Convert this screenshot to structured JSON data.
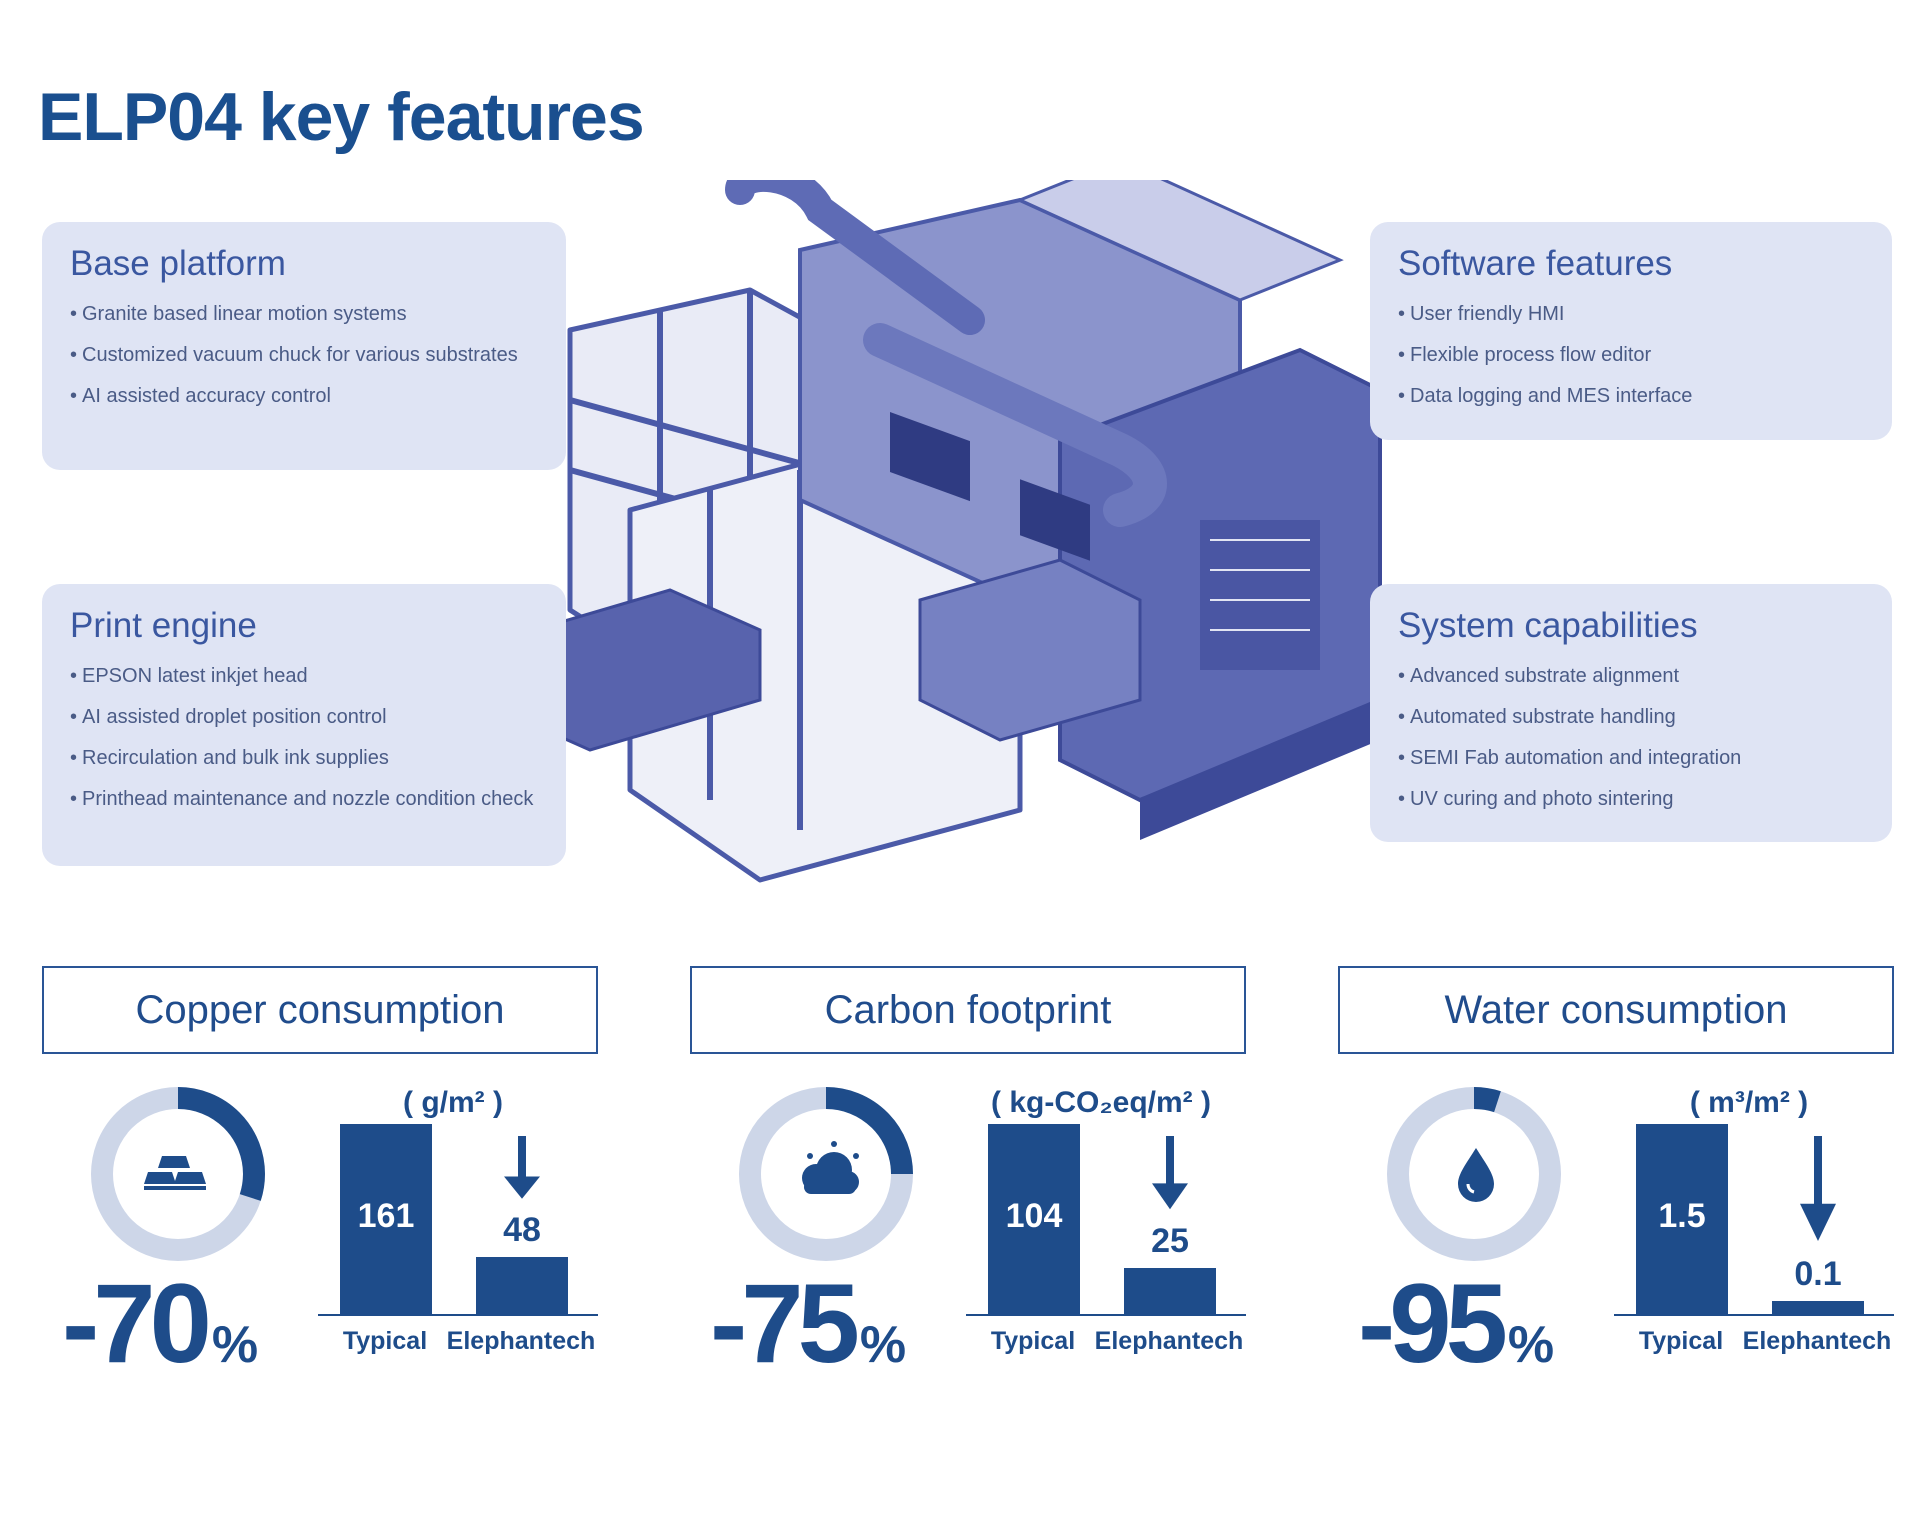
{
  "title": "ELP04 key features",
  "colors": {
    "brand_blue": "#1e4c8a",
    "card_bg": "#dfe4f4",
    "machine_blue": "#4b5aa8",
    "ring_light": "#cdd6e8"
  },
  "cards": [
    {
      "title": "Base platform",
      "items": [
        "Granite based linear motion systems",
        "Customized vacuum chuck for various substrates",
        "AI assisted accuracy control"
      ]
    },
    {
      "title": "Print engine",
      "items": [
        "EPSON latest inkjet head",
        "AI assisted droplet position control",
        "Recirculation and bulk ink supplies",
        "Printhead maintenance and nozzle condition check"
      ]
    },
    {
      "title": "Software features",
      "items": [
        "User friendly HMI",
        "Flexible process flow editor",
        "Data logging and MES interface"
      ]
    },
    {
      "title": "System capabilities",
      "items": [
        "Advanced substrate alignment",
        "Automated substrate handling",
        "SEMI Fab automation and integration",
        "UV curing and photo sintering"
      ]
    }
  ],
  "metrics": [
    {
      "title": "Copper consumption",
      "icon": "gold-bars-icon",
      "reduction": "-70",
      "reduction_fraction": 0.7,
      "percent_sign": "%",
      "unit": "( g/m² )",
      "categories": [
        "Typical",
        "Elephantech"
      ],
      "values": [
        161,
        48
      ],
      "value_labels": [
        "161",
        "48"
      ]
    },
    {
      "title": "Carbon footprint",
      "icon": "cloud-icon",
      "reduction": "-75",
      "reduction_fraction": 0.75,
      "percent_sign": "%",
      "unit": "( kg-CO₂eq/m² )",
      "categories": [
        "Typical",
        "Elephantech"
      ],
      "values": [
        104,
        25
      ],
      "value_labels": [
        "104",
        "25"
      ]
    },
    {
      "title": "Water consumption",
      "icon": "water-drop-icon",
      "reduction": "-95",
      "reduction_fraction": 0.95,
      "percent_sign": "%",
      "unit": "( m³/m² )",
      "categories": [
        "Typical",
        "Elephantech"
      ],
      "values": [
        1.5,
        0.1
      ],
      "value_labels": [
        "1.5",
        "0.1"
      ]
    }
  ]
}
